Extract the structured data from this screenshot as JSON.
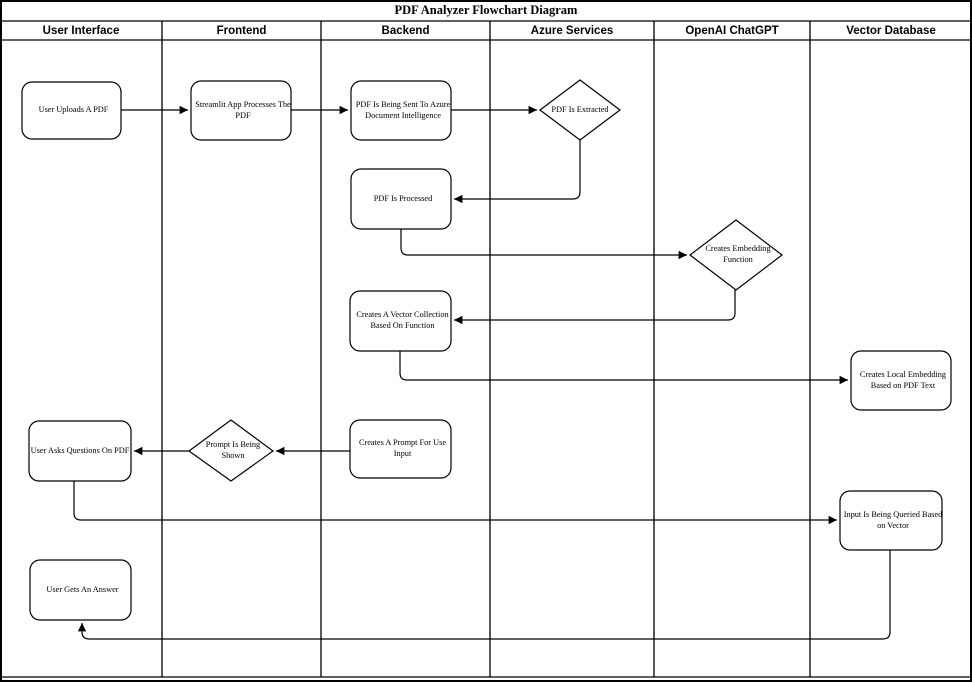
{
  "title": "PDF Analyzer Flowchart Diagram",
  "colors": {
    "line": "#000000",
    "background": "#ffffff"
  },
  "lanes": [
    {
      "label": "User Interface"
    },
    {
      "label": "Frontend"
    },
    {
      "label": "Backend"
    },
    {
      "label": "Azure Services"
    },
    {
      "label": "OpenAI ChatGPT"
    },
    {
      "label": "Vector Database"
    }
  ],
  "nodes": {
    "user_uploads": {
      "type": "process",
      "lane": "User Interface",
      "label": "User Uploads A PDF"
    },
    "streamlit_app": {
      "type": "process",
      "lane": "Frontend",
      "label": "Streamlit App Processes The\nPDF"
    },
    "pdf_sent_azure": {
      "type": "process",
      "lane": "Backend",
      "label": "PDF Is Being Sent To Azure\nDocument Intelligence"
    },
    "pdf_extracted": {
      "type": "decision",
      "lane": "Azure Services",
      "label": "PDF Is Extracted"
    },
    "pdf_processed": {
      "type": "process",
      "lane": "Backend",
      "label": "PDF Is Processed"
    },
    "creates_embedding": {
      "type": "decision",
      "lane": "OpenAI ChatGPT",
      "label": "Creates  Embedding\nFunction"
    },
    "vector_collection": {
      "type": "process",
      "lane": "Backend",
      "label": "Creates A Vector Collection\nBased On Function"
    },
    "local_embedding": {
      "type": "process",
      "lane": "Vector Database",
      "label": "Creates Local Embedding\nBased on PDF Text"
    },
    "prompt_for_input": {
      "type": "process",
      "lane": "Backend",
      "label": "Creates A Prompt For Use\nInput"
    },
    "prompt_shown": {
      "type": "decision",
      "lane": "Frontend",
      "label": "Prompt Is Being\nShown"
    },
    "user_asks": {
      "type": "process",
      "lane": "User Interface",
      "label": "User Asks Questions On PDF"
    },
    "input_queried": {
      "type": "process",
      "lane": "Vector Database",
      "label": "Input Is Being Queried Based\non Vector"
    },
    "user_answer": {
      "type": "process",
      "lane": "User Interface",
      "label": "User Gets An Answer"
    }
  }
}
